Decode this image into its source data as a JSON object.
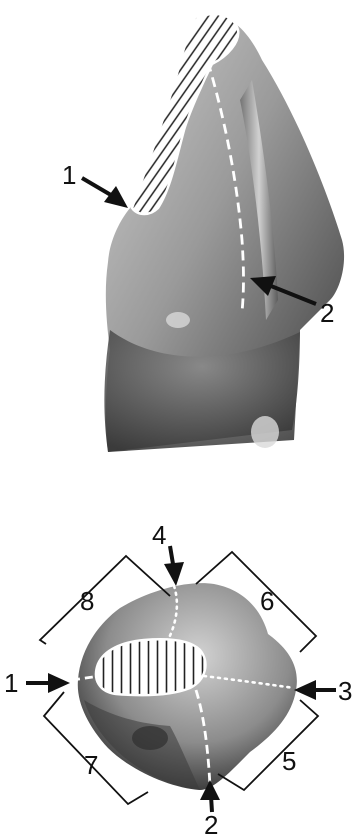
{
  "top_panel": {
    "labels": {
      "arrow_1": "1",
      "arrow_2": "2"
    }
  },
  "bottom_panel": {
    "labels": {
      "arrow_1": "1",
      "arrow_2": "2",
      "arrow_3": "3",
      "arrow_4": "4",
      "bracket_5": "5",
      "bracket_6": "6",
      "bracket_7": "7",
      "bracket_8": "8"
    }
  },
  "colors": {
    "background": "#ffffff",
    "specimen_light": "#bdbdbd",
    "specimen_dark": "#2a2a2a",
    "annotation": "#111111",
    "overlay_line": "#ffffff"
  }
}
